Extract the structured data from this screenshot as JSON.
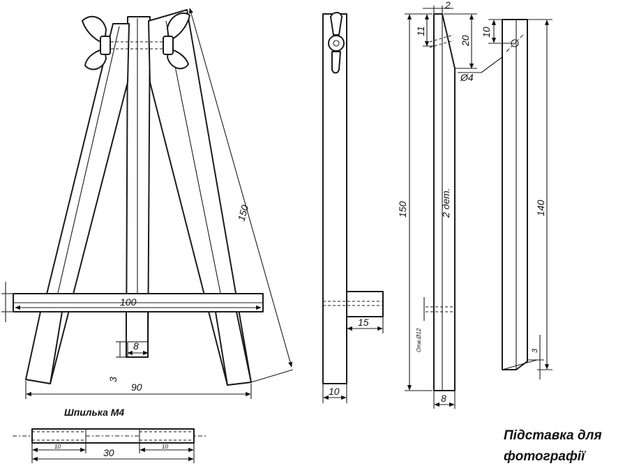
{
  "caption": {
    "line1": "Підставка для",
    "line2": "фотографії"
  },
  "labels": {
    "stud": "Шпилька М4",
    "parts": "2 дет.",
    "hole": "Отв.Ø12"
  },
  "dimensions": {
    "leg_length": "150",
    "crossbar_length": "100",
    "base_width": "90",
    "slot_width": "8",
    "slot_depth": "3",
    "stud_thread_left": "10",
    "stud_thread_right": "10",
    "stud_length": "30",
    "side_width": "10",
    "side_crossbar": "15",
    "top_gap": "2",
    "top_11": "11",
    "top_20": "20",
    "hole_diameter": "Ø4",
    "front_height": "150",
    "front_width": "8",
    "back_top": "10",
    "back_length": "140",
    "back_bottom": "3"
  }
}
